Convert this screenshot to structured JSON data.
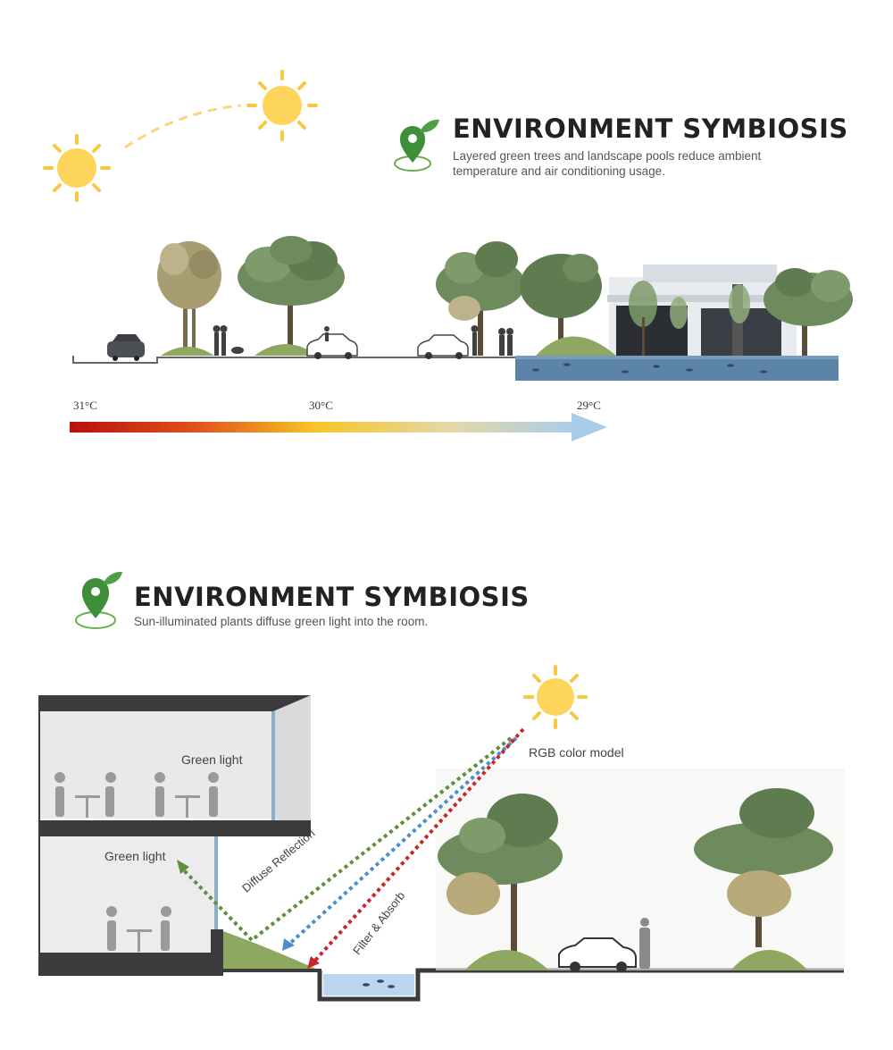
{
  "section1": {
    "title": "ENVIRONMENT SYMBIOSIS",
    "description_line1": "Layered green trees and landscape pools reduce ambient",
    "description_line2": "temperature and air conditioning usage.",
    "temperatures": [
      "31°C",
      "30°C",
      "29°C"
    ]
  },
  "section2": {
    "title": "ENVIRONMENT SYMBIOSIS",
    "description": "Sun-illuminated plants diffuse green light into the room.",
    "labels": {
      "green_light_upper": "Green light",
      "green_light_lower": "Green light",
      "rgb_model": "RGB color model",
      "diffuse_reflection": "Diffuse Reflection",
      "filter_absorb": "Filter & Absorb"
    }
  },
  "colors": {
    "sun": "#FDD55A",
    "sun_rays": "#F7C843",
    "tree_green": "#6E8B5E",
    "tree_olive": "#B7A978",
    "grass": "#8FA861",
    "water": "#5C83A8",
    "icon_green": "#3E8E3A",
    "temp_hot": "#B8100E",
    "temp_mid": "#F6C528",
    "temp_cool": "#A8CDEB",
    "ray_red": "#C9262B",
    "ray_green": "#5E8F3E",
    "ray_blue": "#4A8FCB"
  }
}
